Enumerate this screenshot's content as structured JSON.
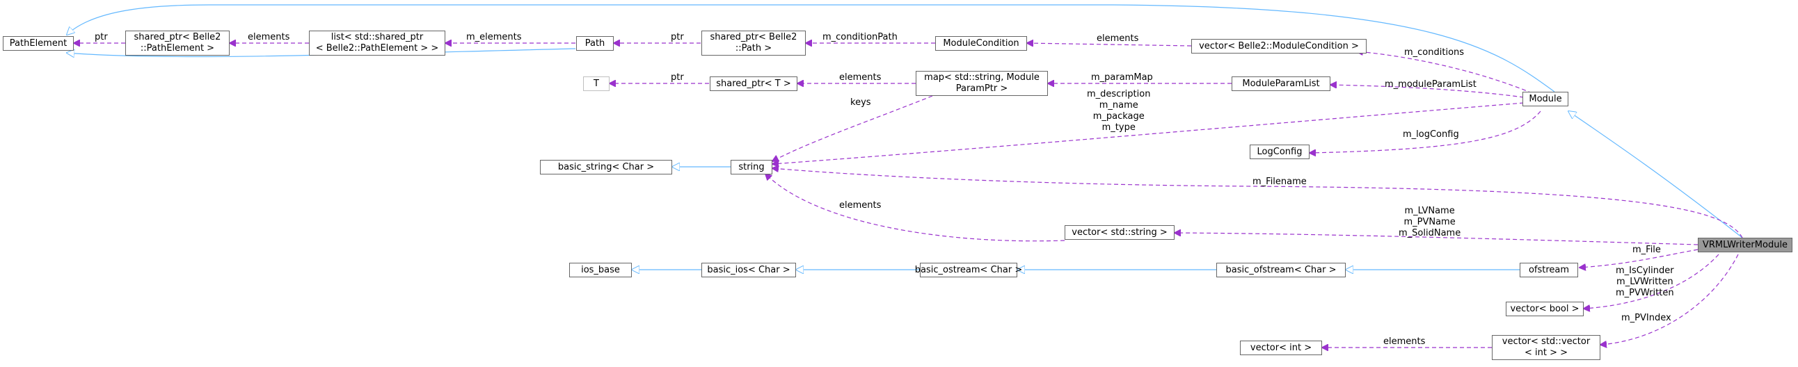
{
  "diagram": {
    "colors": {
      "inheritance": "#63b8ff",
      "usage": "#9a32cd",
      "border": "#666666",
      "focus_fill": "#999999"
    },
    "nodes": {
      "path_element": [
        "PathElement"
      ],
      "shared_ptr_path_element": [
        "shared_ptr< Belle2",
        "::PathElement >"
      ],
      "list_shared_ptr": [
        "list< std::shared_ptr",
        "< Belle2::PathElement > >"
      ],
      "path": [
        "Path"
      ],
      "shared_ptr_path": [
        "shared_ptr< Belle2",
        "::Path >"
      ],
      "module_condition": [
        "ModuleCondition"
      ],
      "vector_module_condition": [
        "vector< Belle2::ModuleCondition >"
      ],
      "t": [
        "T"
      ],
      "shared_ptr_t": [
        "shared_ptr< T >"
      ],
      "map_param": [
        "map< std::string, Module",
        "ParamPtr >"
      ],
      "module_param_list": [
        "ModuleParamList"
      ],
      "module": [
        "Module"
      ],
      "log_config": [
        "LogConfig"
      ],
      "basic_string": [
        "basic_string< Char >"
      ],
      "string": [
        "string"
      ],
      "vector_string": [
        "vector< std::string >"
      ],
      "vrml_writer_module": [
        "VRMLWriterModule"
      ],
      "ios_base": [
        "ios_base"
      ],
      "basic_ios": [
        "basic_ios< Char >"
      ],
      "basic_ostream": [
        "basic_ostream< Char >"
      ],
      "basic_ofstream": [
        "basic_ofstream< Char >"
      ],
      "ofstream": [
        "ofstream"
      ],
      "vector_bool": [
        "vector< bool >"
      ],
      "vector_int": [
        "vector< int >"
      ],
      "vector_vector_int": [
        "vector< std::vector",
        "< int > >"
      ]
    },
    "edge_labels": {
      "ptr_path_element": [
        "ptr"
      ],
      "elements_list": [
        "elements"
      ],
      "m_elements": [
        "m_elements"
      ],
      "ptr_path": [
        "ptr"
      ],
      "m_condition_path": [
        "m_conditionPath"
      ],
      "elements_conditions": [
        "elements"
      ],
      "m_conditions": [
        "m_conditions"
      ],
      "ptr_t": [
        "ptr"
      ],
      "elements_map": [
        "elements"
      ],
      "m_param_map": [
        "m_paramMap"
      ],
      "m_module_param_list": [
        "m_moduleParamList"
      ],
      "keys": [
        "keys"
      ],
      "module_strings": [
        "m_description",
        "m_name",
        "m_package",
        "m_type"
      ],
      "m_log_config": [
        "m_logConfig"
      ],
      "m_filename": [
        "m_Filename"
      ],
      "elements_vector_string": [
        "elements"
      ],
      "vrml_names": [
        "m_LVName",
        "m_PVName",
        "m_SolidName"
      ],
      "m_file": [
        "m_File"
      ],
      "vrml_flags": [
        "m_IsCylinder",
        "m_LVWritten",
        "m_PVWritten"
      ],
      "m_pv_index": [
        "m_PVIndex"
      ],
      "elements_vector_int": [
        "elements"
      ]
    }
  }
}
